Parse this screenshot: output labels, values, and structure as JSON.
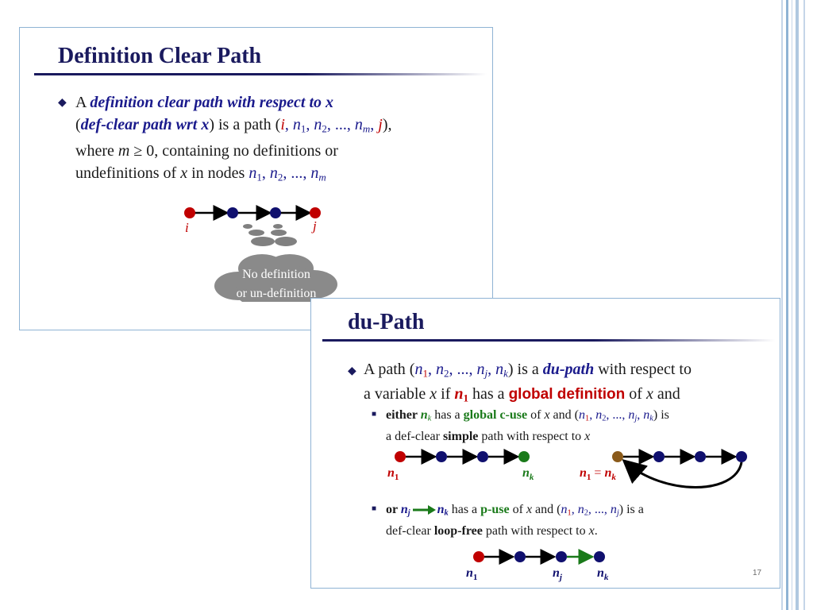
{
  "slide_back": {
    "title": "Definition Clear Path",
    "bullet": {
      "a": "A ",
      "term": "definition clear path with respect to x",
      "paren_open": "(",
      "abbr": "def-clear path wrt x",
      "paren_close": ")",
      "is_a_path": " is a path (",
      "path_i": "i",
      "c1": ", ",
      "n": "n",
      "s1": "1",
      "s2": "2",
      "sm": "m",
      "ellipsis": ", ..., ",
      "path_j": "j",
      "close": "),",
      "line3_a": "where ",
      "m": "m",
      "line3_b": " ≥ 0, containing no definitions or",
      "line4_a": "undefinitions of ",
      "x": "x",
      "line4_b": " in nodes "
    },
    "diagram": {
      "label_i": "i",
      "label_j": "j",
      "cloud_line1": "No definition",
      "cloud_line2": "or un-definition"
    }
  },
  "slide_front": {
    "title": "du-Path",
    "bullet": {
      "a_path": "A path (",
      "n": "n",
      "s1": "1",
      "s2": "2",
      "sj": "j",
      "sk": "k",
      "comma": ", ",
      "ellipsis": ", ..., ",
      "close_paren": ")",
      "is_a": " is a ",
      "du_path": "du-path",
      "wrt": " with respect to",
      "line2_a": "a variable ",
      "x": "x",
      "line2_b": " if ",
      "has_a": " has a ",
      "global_def": "global definition",
      "of": " of ",
      "and": " and"
    },
    "sub1": {
      "either": "either ",
      "has_a": " has a ",
      "global_cuse": "global c-use",
      "of": " of ",
      "and_paren": " and (",
      "is": ") is",
      "line2_a": "a def-clear ",
      "simple": "simple",
      "line2_b": " path with respect to "
    },
    "sub2": {
      "or": "or ",
      "has_a": " has a ",
      "puse": "p-use",
      "of": " of ",
      "and_paren": " and (",
      "is_a": ") is a",
      "line2_a": "def-clear ",
      "loop_free": "loop-free",
      "line2_b": " path with respect to ",
      "period": "."
    },
    "diagram": {
      "label_n": "n",
      "s1": "1",
      "sk": "k",
      "sj": "j",
      "equals": " = "
    },
    "slide_number": "17"
  },
  "colors": {
    "node_red": "#c00000",
    "node_blue": "#10106e",
    "node_green": "#1a7a1a",
    "title_blue": "#1a1a5e",
    "border": "#8fb3d4"
  }
}
